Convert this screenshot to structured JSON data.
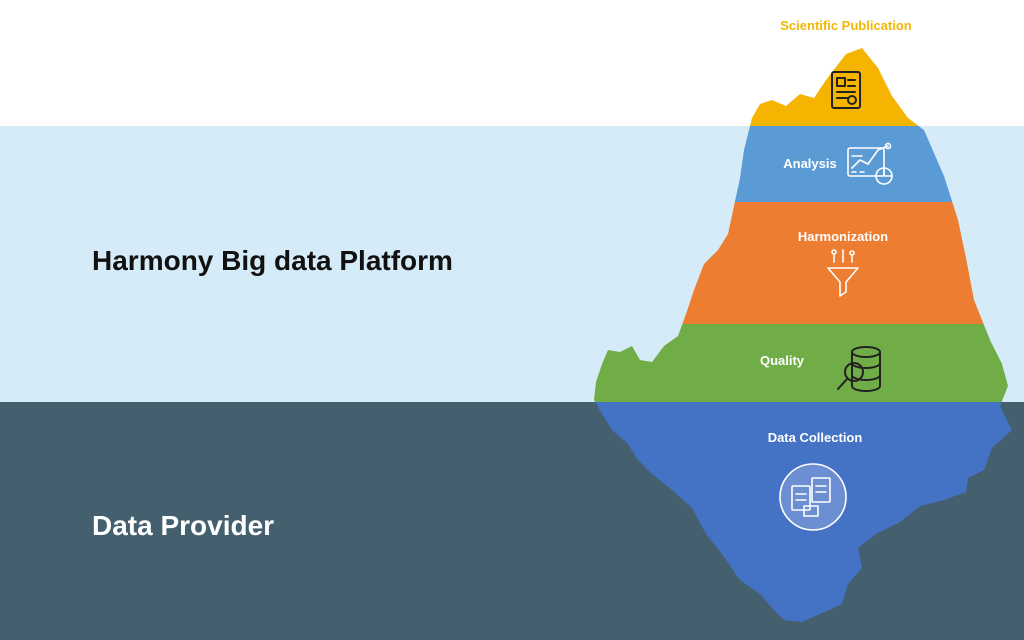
{
  "zones": {
    "platform": "Harmony Big data Platform",
    "provider": "Data Provider"
  },
  "layers": [
    {
      "label": "Scientific Publication",
      "icon": "publication-icon",
      "color": "#f4b400"
    },
    {
      "label": "Analysis",
      "icon": "analytics-icon",
      "color": "#5b9bd5"
    },
    {
      "label": "Harmonization",
      "icon": "funnel-icon",
      "color": "#ed7d31"
    },
    {
      "label": "Quality",
      "icon": "database-search-icon",
      "color": "#70ad47"
    },
    {
      "label": "Data Collection",
      "icon": "documents-icon",
      "color": "#4472c4"
    }
  ],
  "colors": {
    "sky": "#ffffff",
    "water_surface": "#d6ebf8",
    "deep_water": "#44606f"
  }
}
